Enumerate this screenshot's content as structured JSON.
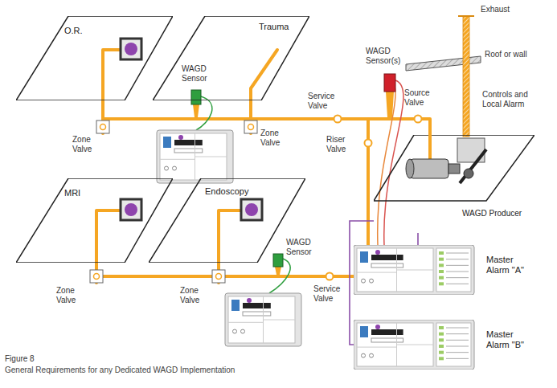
{
  "diagram": {
    "caption": "General Requirements for any Dedicated WAGD Implementation",
    "nodes": [
      {
        "text": [
          "O.R."
        ]
      },
      {
        "text": [
          "Trauma"
        ]
      },
      {
        "text": [
          "WAGD Producer"
        ]
      },
      {
        "text": [
          "MRI"
        ]
      },
      {
        "text": [
          "Endoscopy"
        ]
      },
      {
        "text": [
          "Master Alarm \"A\""
        ]
      },
      {
        "text": [
          "Master Alarm \"B\""
        ]
      }
    ],
    "edges": [
      {
        "from": 2,
        "to": 5,
        "arrow": "none"
      },
      {
        "from": 2,
        "to": 6,
        "arrow": "none"
      }
    ],
    "labels": [
      "Exhaust",
      "Roof or wall",
      "WAGD Sensor",
      "WAGD Sensor(s)",
      "Service Valve",
      "Source Valve",
      "Riser Valve",
      "Controls and Local Alarm",
      "Zone Valve",
      "Zone Valve",
      "WAGD Sensor",
      "Service Valve",
      "Zone Valve",
      "Zone Valve",
      "Figure 8"
    ]
  }
}
